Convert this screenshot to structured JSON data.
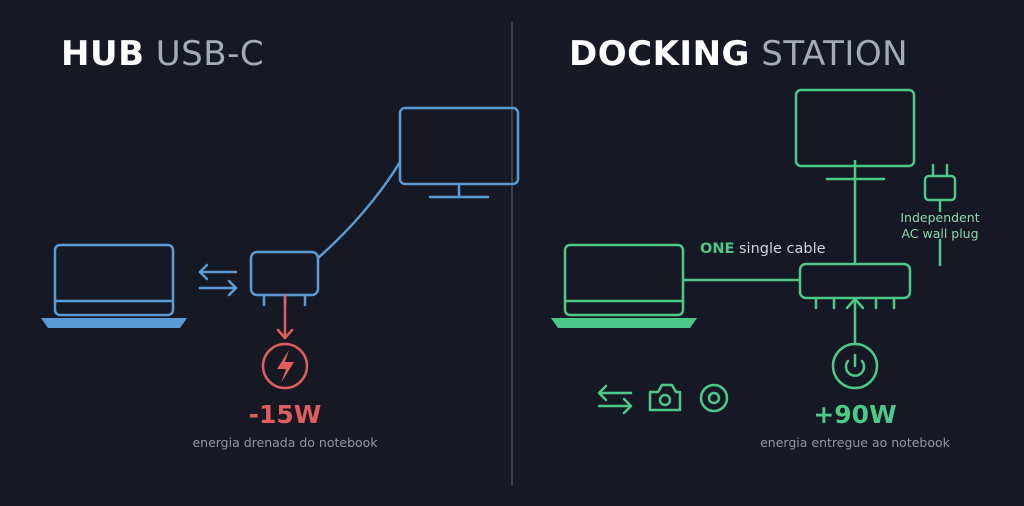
{
  "left_panel": {
    "title_strong": "HUB",
    "title_light": "USB-C",
    "power_value": "-15W",
    "power_caption": "energia drenada do notebook",
    "color": "#5b9bd5",
    "power_color": "#e05d5d"
  },
  "right_panel": {
    "title_strong": "DOCKING",
    "title_light": "STATION",
    "cable_strong": "ONE",
    "cable_text": "single cable",
    "plug_note_line1": "Independent",
    "plug_note_line2": "AC wall plug",
    "power_value": "+90W",
    "power_caption": "energia entregue ao notebook",
    "color": "#4cc88a"
  },
  "icons": {
    "left": [
      "laptop-icon",
      "bidirectional-arrows-icon",
      "hub-icon",
      "monitor-icon",
      "lightning-icon"
    ],
    "right": [
      "laptop-icon",
      "monitor-icon",
      "dock-icon",
      "power-plug-icon",
      "power-icon",
      "bidirectional-arrows-icon",
      "camera-icon",
      "disc-icon"
    ]
  }
}
